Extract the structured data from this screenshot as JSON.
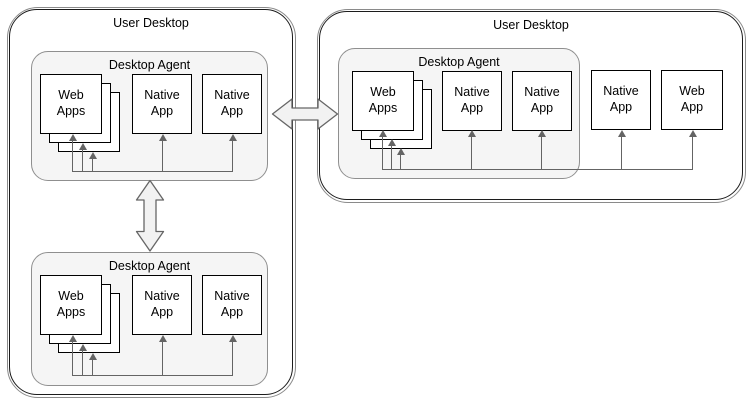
{
  "diagram_type": "desktop-agent-architecture",
  "left_desktop": {
    "title": "User Desktop",
    "agents": [
      {
        "title": "Desktop Agent",
        "apps": [
          {
            "label": "Web Apps",
            "stacked": true
          },
          {
            "label": "Native App"
          },
          {
            "label": "Native App"
          }
        ]
      },
      {
        "title": "Desktop Agent",
        "apps": [
          {
            "label": "Web Apps",
            "stacked": true
          },
          {
            "label": "Native App"
          },
          {
            "label": "Native App"
          }
        ]
      }
    ]
  },
  "right_desktop": {
    "title": "User Desktop",
    "agent": {
      "title": "Desktop Agent",
      "apps": [
        {
          "label": "Web Apps",
          "stacked": true
        },
        {
          "label": "Native App"
        },
        {
          "label": "Native App"
        }
      ]
    },
    "standalone_apps": [
      {
        "label": "Native App"
      },
      {
        "label": "Web App"
      }
    ]
  },
  "connectors": [
    {
      "name": "agents-link",
      "type": "hollow-double-arrow",
      "orientation": "vertical"
    },
    {
      "name": "desktops-link",
      "type": "hollow-double-arrow",
      "orientation": "horizontal"
    }
  ],
  "colors": {
    "background": "#ffffff",
    "desktop_border": "#1c1c1c",
    "agent_fill": "#f5f5f5",
    "agent_border": "#8f8f8f",
    "app_box_border": "#000000",
    "connector_line": "#646464",
    "big_arrow_fill": "#f2f2f2",
    "big_arrow_stroke": "#666666"
  }
}
